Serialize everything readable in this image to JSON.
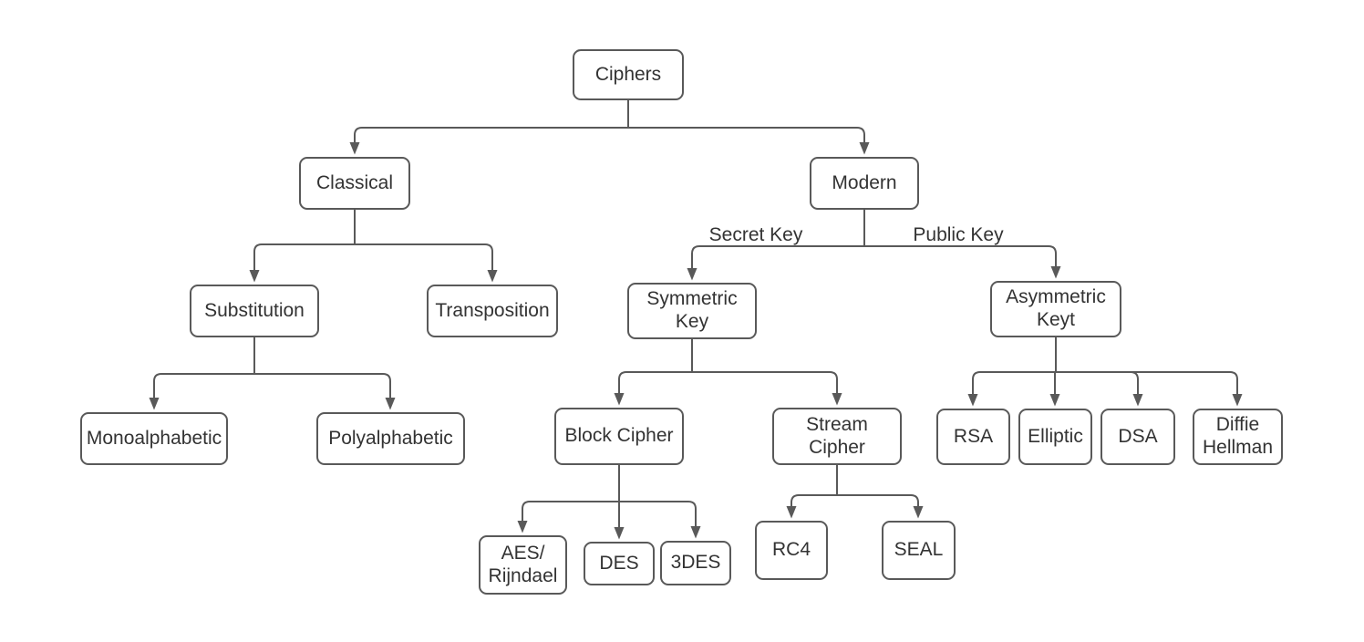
{
  "diagram": {
    "type": "tree",
    "nodes": {
      "ciphers": {
        "label": "Ciphers"
      },
      "classical": {
        "label": "Classical"
      },
      "modern": {
        "label": "Modern"
      },
      "substitution": {
        "label": "Substitution"
      },
      "transposition": {
        "label": "Transposition"
      },
      "symmetric": {
        "label": "Symmetric\nKey"
      },
      "asymmetric": {
        "label": "Asymmetric\nKeyt"
      },
      "monoalphabetic": {
        "label": "Monoalphabetic"
      },
      "polyalphabetic": {
        "label": "Polyalphabetic"
      },
      "block_cipher": {
        "label": "Block Cipher"
      },
      "stream_cipher": {
        "label": "Stream\nCipher"
      },
      "rsa": {
        "label": "RSA"
      },
      "elliptic": {
        "label": "Elliptic"
      },
      "dsa": {
        "label": "DSA"
      },
      "diffie_hellman": {
        "label": "Diffie\nHellman"
      },
      "aes": {
        "label": "AES/\nRijndael"
      },
      "des": {
        "label": "DES"
      },
      "3des": {
        "label": "3DES"
      },
      "rc4": {
        "label": "RC4"
      },
      "seal": {
        "label": "SEAL"
      }
    },
    "edge_labels": {
      "secret_key": "Secret Key",
      "public_key": "Public Key"
    },
    "edges": [
      {
        "from": "ciphers",
        "to": "classical"
      },
      {
        "from": "ciphers",
        "to": "modern"
      },
      {
        "from": "classical",
        "to": "substitution"
      },
      {
        "from": "classical",
        "to": "transposition"
      },
      {
        "from": "substitution",
        "to": "monoalphabetic"
      },
      {
        "from": "substitution",
        "to": "polyalphabetic"
      },
      {
        "from": "modern",
        "to": "symmetric",
        "label": "Secret Key"
      },
      {
        "from": "modern",
        "to": "asymmetric",
        "label": "Public Key"
      },
      {
        "from": "symmetric",
        "to": "block_cipher"
      },
      {
        "from": "symmetric",
        "to": "stream_cipher"
      },
      {
        "from": "block_cipher",
        "to": "aes"
      },
      {
        "from": "block_cipher",
        "to": "des"
      },
      {
        "from": "block_cipher",
        "to": "3des"
      },
      {
        "from": "stream_cipher",
        "to": "rc4"
      },
      {
        "from": "stream_cipher",
        "to": "seal"
      },
      {
        "from": "asymmetric",
        "to": "rsa"
      },
      {
        "from": "asymmetric",
        "to": "elliptic"
      },
      {
        "from": "asymmetric",
        "to": "dsa"
      },
      {
        "from": "asymmetric",
        "to": "diffie_hellman"
      }
    ],
    "colors": {
      "stroke": "#595959",
      "text": "#333333",
      "canvas": "#ffffff"
    }
  }
}
